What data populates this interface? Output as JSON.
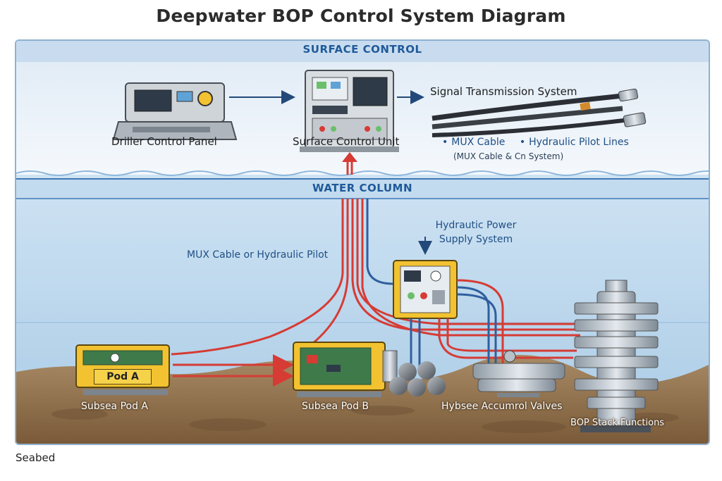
{
  "title": "Deepwater BOP Control System Diagram",
  "sections": {
    "surface": "SURFACE CONTROL",
    "water": "WATER COLUMN"
  },
  "nodes": {
    "driller_panel": "Driller Control Panel",
    "surface_unit": "Surface Control Unit",
    "signal_system": "Signal Transmission System",
    "mux_note": "MUX Cable or Hydraulic Pilot",
    "hpu": "Hydrautic Power Supply System",
    "pod_a": "Subsea Pod A",
    "pod_a_tag": "Pod A",
    "pod_b": "Subsea Pod B",
    "accum": "Hybsee Accumrol Valves",
    "bop": "BOP Stack Functions"
  },
  "signal_items": [
    "MUX Cable",
    "Hydraulic Pilot Lines"
  ],
  "signal_sub": "(MUX Cable & Cn System)",
  "seabed_caption": "Seabed",
  "colors": {
    "accent_blue": "#1f5a99",
    "line_red": "#d63b34",
    "line_blue": "#2f5f9e",
    "pod_yellow": "#f2c230",
    "seabed": "#8a6a44"
  },
  "icons": [
    "arrow-right-icon",
    "arrow-up-icon",
    "arrow-down-icon"
  ]
}
